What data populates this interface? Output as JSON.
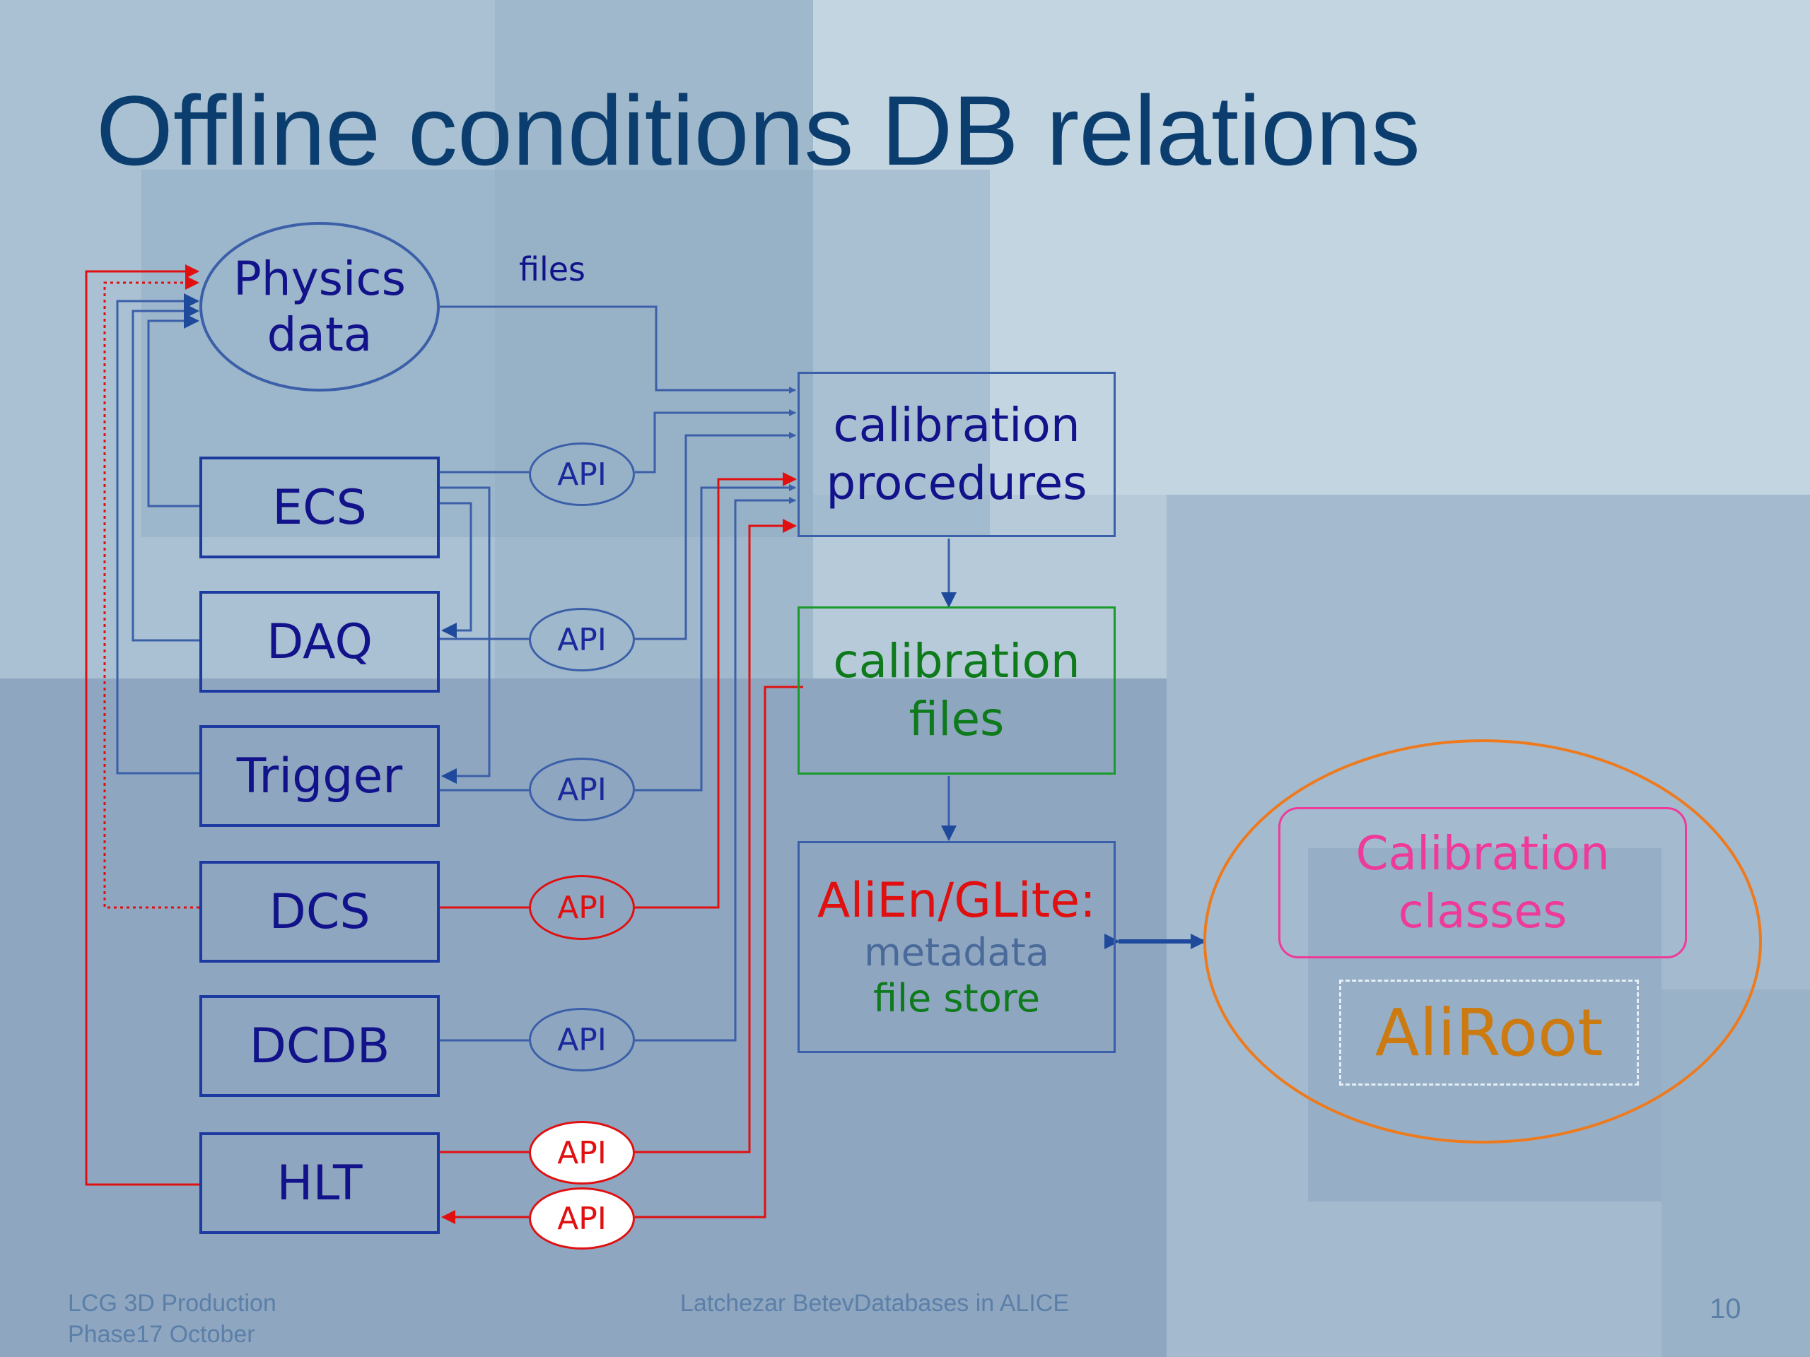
{
  "slide": {
    "title": "Offline conditions DB relations",
    "page_number": "10"
  },
  "diagram": {
    "physics_data": {
      "line1": "Physics",
      "line2": "data"
    },
    "files_label": "files",
    "sources": {
      "ecs": "ECS",
      "daq": "DAQ",
      "trigger": "Trigger",
      "dcs": "DCS",
      "dcdb": "DCDB",
      "hlt": "HLT"
    },
    "api_label": "API",
    "calibration_procedures": {
      "line1": "calibration",
      "line2": "procedures"
    },
    "calibration_files": {
      "line1": "calibration",
      "line2": "files"
    },
    "alien": {
      "line1": "AliEn/GLite:",
      "line2": "metadata",
      "line3": "file store"
    },
    "aliroot": {
      "classes_line1": "Calibration",
      "classes_line2": "classes",
      "name": "AliRoot"
    }
  },
  "footer": {
    "left_line1": "LCG 3D Production",
    "left_line2": "Phase17 October",
    "center": "Latchezar BetevDatabases in ALICE"
  },
  "colors": {
    "title": "#0b3e6e",
    "blue_line": "#3b5fa8",
    "red_line": "#e01010",
    "green": "#0e7a1c",
    "orange": "#ee7a1e",
    "pink": "#ee3a9a",
    "aliroot": "#cc7a12"
  }
}
